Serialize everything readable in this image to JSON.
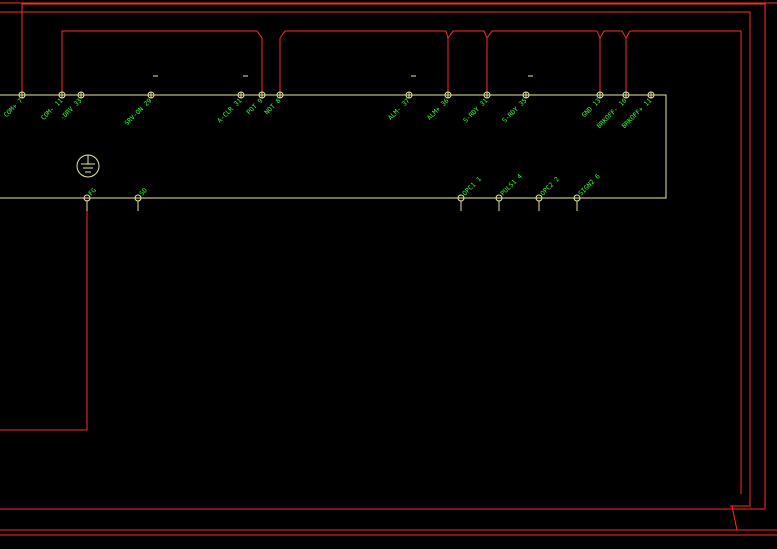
{
  "drawing": {
    "colors": {
      "background": "#000000",
      "wire": "#ff2a2a",
      "component": "#e8e89a",
      "label": "#33ff33"
    },
    "top_terminals": [
      {
        "label": "COM+ 7",
        "dash": false
      },
      {
        "label": "COM- 11",
        "dash": false
      },
      {
        "label": "-DRV 33",
        "dash": false
      },
      {
        "label": "SRV-ON 29",
        "dash": true
      },
      {
        "label": "A-CLR 31",
        "dash": true
      },
      {
        "label": "POT 9",
        "dash": false
      },
      {
        "label": "NOT 8",
        "dash": false
      },
      {
        "label": "ALM- 37",
        "dash": true
      },
      {
        "label": "ALM+ 36",
        "dash": false
      },
      {
        "label": "S-RDY 31",
        "dash": false
      },
      {
        "label": "S-RDY 35",
        "dash": true
      },
      {
        "label": "GND 13",
        "dash": false
      },
      {
        "label": "BRKOFF- 10",
        "dash": false
      },
      {
        "label": "BRKOFF+ 11",
        "dash": false
      }
    ],
    "bottom_terminals": [
      {
        "label": "FG"
      },
      {
        "label": "SD"
      },
      {
        "label": "OPC1 1"
      },
      {
        "label": "PULS1 4"
      },
      {
        "label": "OPC2 2"
      },
      {
        "label": "SIGN2 6"
      }
    ],
    "ground_symbol": "ground-icon"
  }
}
